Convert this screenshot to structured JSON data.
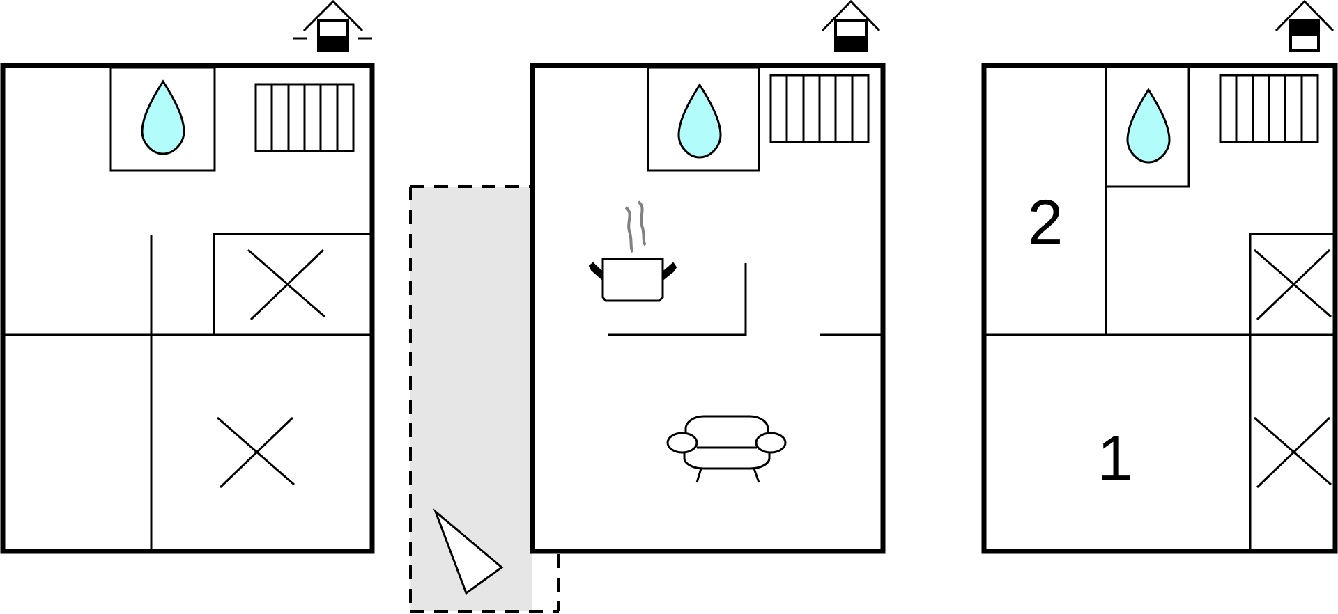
{
  "floor_plans": [
    {
      "id": "left",
      "room_labels": []
    },
    {
      "id": "middle",
      "room_labels": []
    },
    {
      "id": "right",
      "room_labels": [
        "2",
        "1"
      ]
    }
  ],
  "icons": {
    "bathroom": "water-drop-icon",
    "bed": "bed-cross-icon",
    "radiator": "radiator-icon",
    "kitchen": "cooking-pot-icon",
    "living": "sofa-icon",
    "terrace": "terrace-marker-icon",
    "floor_indicator": "house-floor-indicator-icon"
  },
  "colors": {
    "water": "#b3fcfc",
    "terrace_fill": "#e6e6e6",
    "steam": "#808080",
    "wall": "#000000"
  }
}
